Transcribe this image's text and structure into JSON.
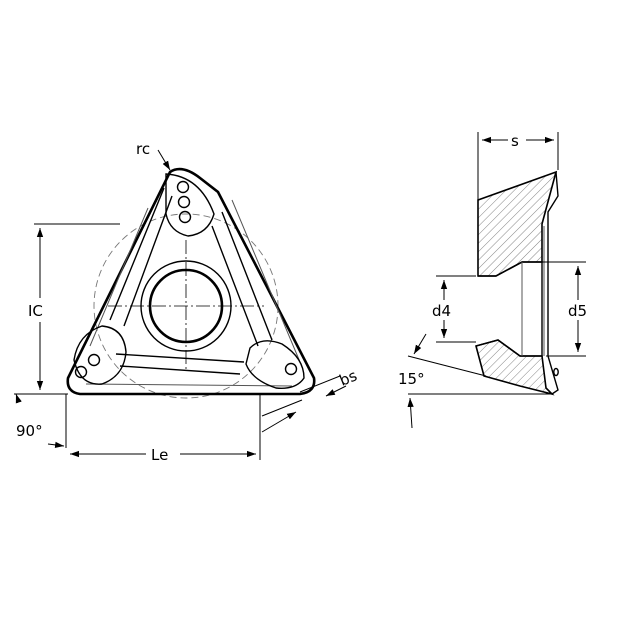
{
  "labels": {
    "rc": "rc",
    "ic": "IC",
    "angle_90": "90°",
    "le": "Le",
    "bs": "bs",
    "s": "s",
    "d4": "d4",
    "d5": "d5",
    "angle_15": "15°"
  }
}
